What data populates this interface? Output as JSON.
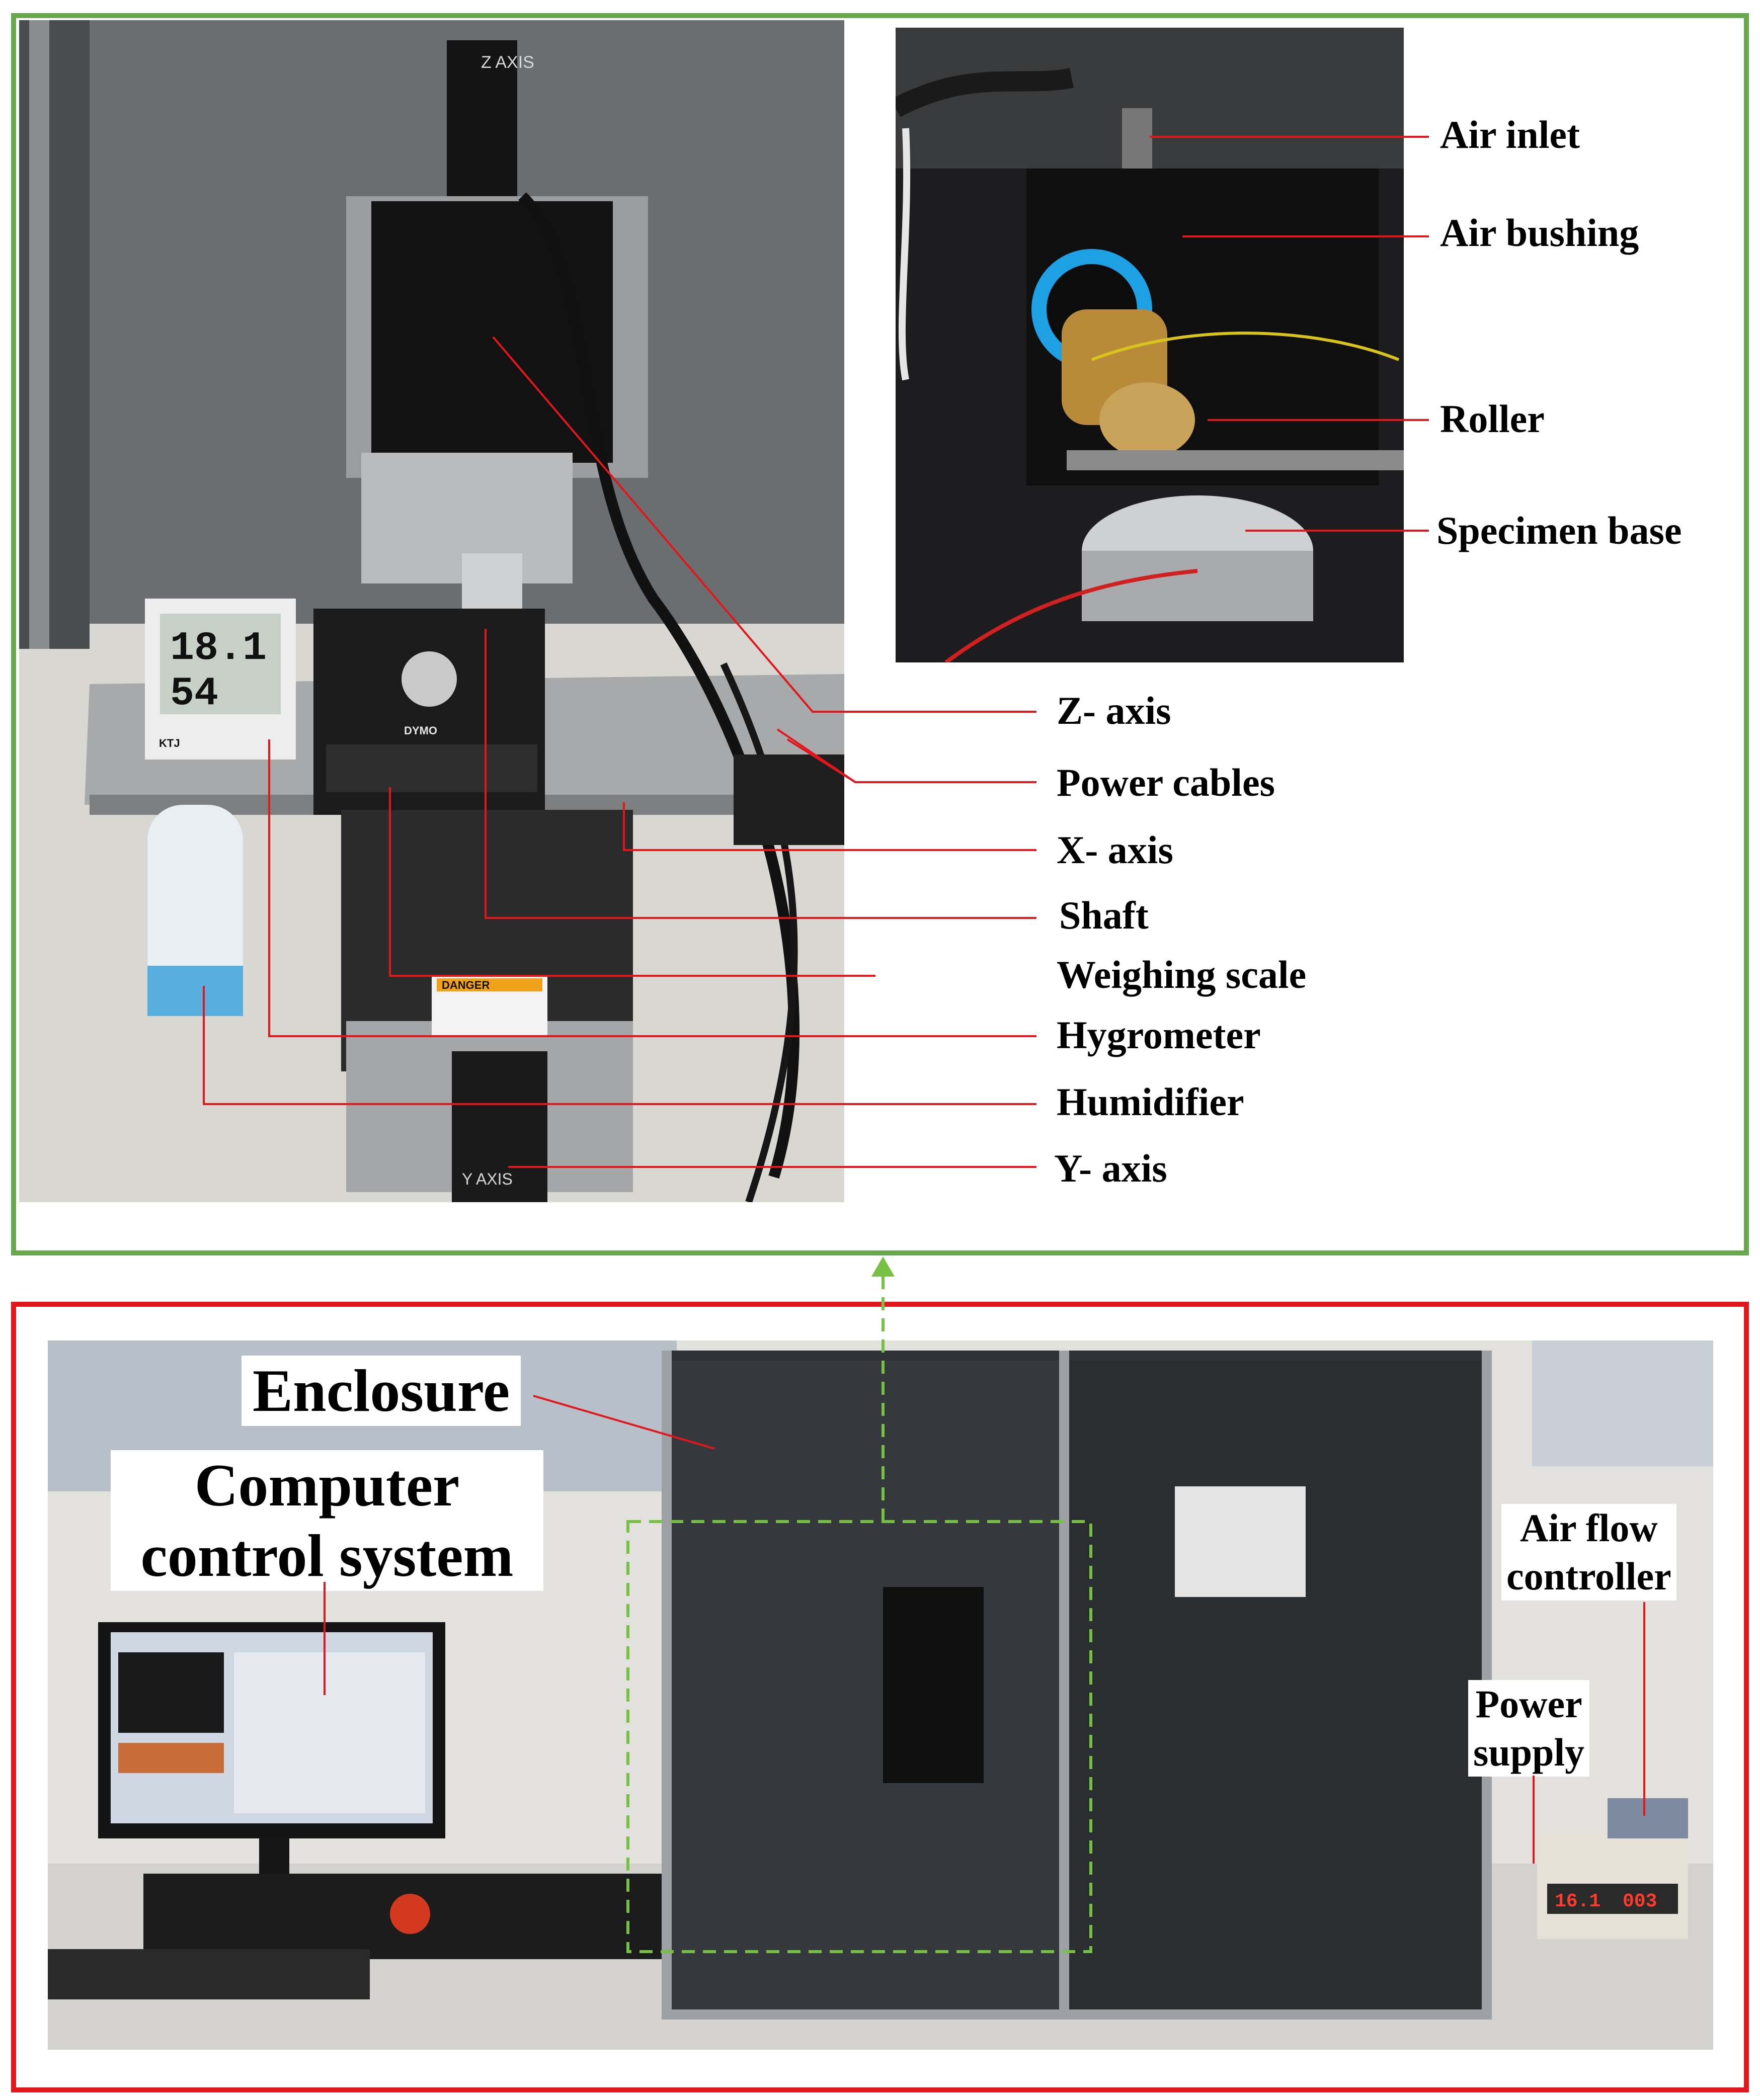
{
  "colors": {
    "top_frame": "#6aa84f",
    "bottom_frame": "#e3161b",
    "leader_line": "#e3161b",
    "dashed_link": "#77c043"
  },
  "top_panel": {
    "inset_labels": [
      "Air inlet",
      "Air bushing",
      "Roller",
      "Specimen base"
    ],
    "main_labels": [
      "Z- axis",
      "Power cables",
      "X- axis",
      "Shaft",
      "Weighing scale",
      "Hygrometer",
      "Humidifier",
      "Y- axis"
    ],
    "photo_text": {
      "z_axis_stage": "Z AXIS",
      "y_axis_stage": "Y AXIS",
      "scale_brand": "DYMO",
      "hygrometer_brand": "KTJ",
      "hygrometer_temp": "18.1",
      "hygrometer_rh": "54",
      "danger_sign": "DANGER"
    }
  },
  "bottom_panel": {
    "labels": {
      "enclosure": "Enclosure",
      "computer_line1": "Computer",
      "computer_line2": "control system",
      "air_flow_line1": "Air flow",
      "air_flow_line2": "controller",
      "power_line1": "Power",
      "power_line2": "supply"
    },
    "photo_text": {
      "psu_display_left": "16.1",
      "psu_display_right": "003"
    }
  }
}
